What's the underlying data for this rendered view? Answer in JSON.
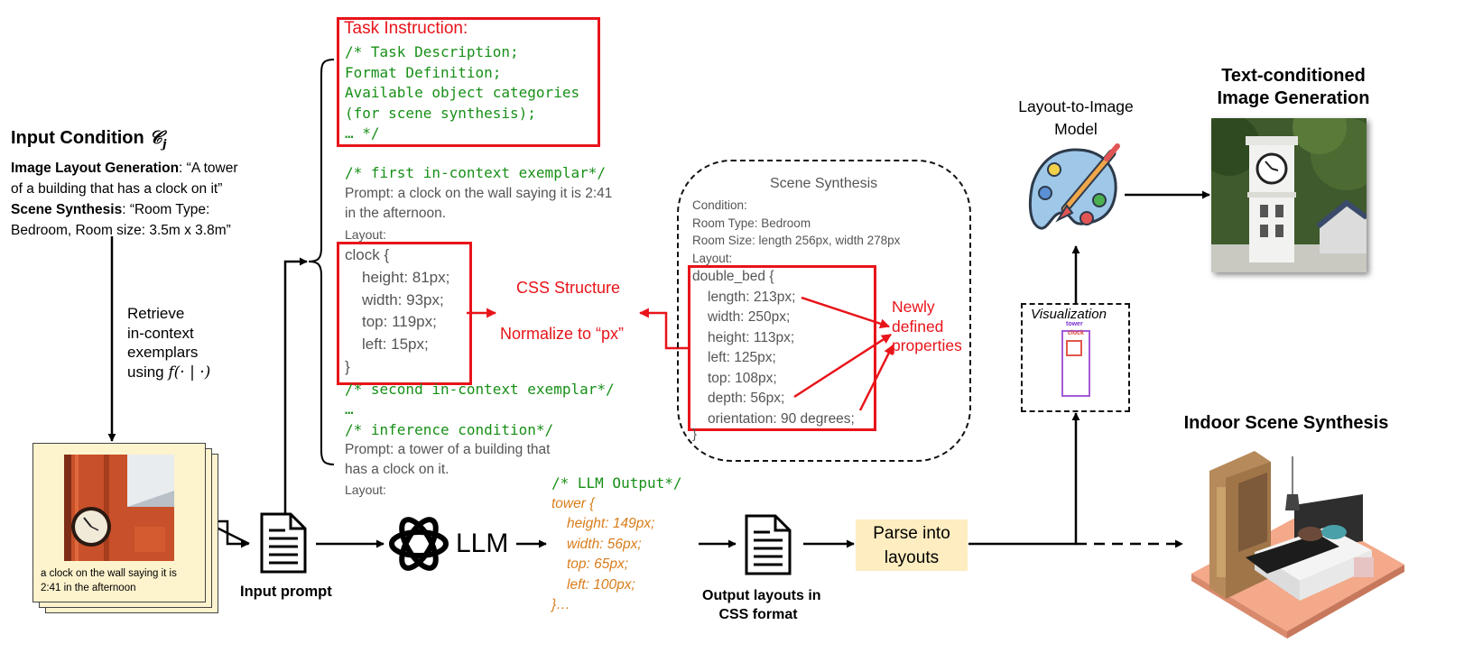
{
  "input_condition": {
    "title": "Input Condition ",
    "symbol": "𝒞",
    "subscript": "j",
    "image_layout_label": "Image Layout Generation",
    "image_layout_text_1": ": “A tower",
    "image_layout_text_2": "of a building that has a clock on it”",
    "scene_label": "Scene Synthesis",
    "scene_text_1": ": “Room Type:",
    "scene_text_2": "Bedroom, Room size: 3.5m x 3.8m”"
  },
  "retrieve": {
    "line1": "Retrieve",
    "line2": "in-context",
    "line3": "exemplars",
    "line4_prefix": "using ",
    "line4_fn": "f(· | ·)"
  },
  "exemplar_card": {
    "caption_1": "a clock on the wall saying it is",
    "caption_2": "2:41 in the afternoon"
  },
  "task_instruction": {
    "title": "Task Instruction:",
    "lines": [
      "/* Task Description;",
      "Format Definition;",
      "Available object categories",
      "(for scene synthesis);",
      "… */"
    ]
  },
  "prompt": {
    "first_exemplar": "/* first in-context exemplar*/",
    "prompt_1a": "Prompt: a clock on the wall saying it is 2:41",
    "prompt_1b": "in the afternoon.",
    "layout_1": "Layout:",
    "clock_open": "clock {",
    "clock_props": [
      "height: 81px;",
      "width: 93px;",
      "top: 119px;",
      "left: 15px;"
    ],
    "clock_close": "}",
    "second_exemplar": "/* second in-context exemplar*/",
    "ellipsis": "…",
    "inference": "/* inference condition*/",
    "prompt_2a": "Prompt: a tower of a building that",
    "prompt_2b": "has a clock on it.",
    "layout_2": "Layout:"
  },
  "annotations": {
    "css_structure": "CSS Structure",
    "normalize": "Normalize to “px”",
    "newly_1": "Newly",
    "newly_2": "defined",
    "newly_3": "properties"
  },
  "scene_synthesis": {
    "title": "Scene Synthesis",
    "condition": "Condition:",
    "room_type": "Room Type: Bedroom",
    "room_size": "Room Size: length 256px, width 278px",
    "layout": "Layout:",
    "bed_open": "double_bed {",
    "bed_props": [
      "length: 213px;",
      "width: 250px;",
      "height: 113px;",
      "left: 125px;",
      "top: 108px;",
      "depth: 56px;",
      "orientation: 90 degrees;"
    ],
    "bed_close": "}"
  },
  "llm_output": {
    "title": "/* LLM Output*/",
    "open": "tower {",
    "props": [
      "height: 149px;",
      "width: 56px;",
      "top: 65px;",
      "left: 100px;"
    ],
    "close": "}…"
  },
  "pipeline": {
    "input_prompt": "Input prompt",
    "llm": "LLM",
    "output_label_1": "Output layouts in",
    "output_label_2": "CSS format",
    "parse_1": "Parse into",
    "parse_2": "layouts",
    "visualization": "Visualization",
    "vis_tower": "tower",
    "vis_clock": "clock",
    "l2i_1": "Layout-to-Image",
    "l2i_2": "Model",
    "tcig_1": "Text-conditioned",
    "tcig_2": "Image Generation",
    "iss": "Indoor Scene Synthesis"
  },
  "colors": {
    "highlight_red": "#e8141a",
    "code_green": "#178f17",
    "text_grey": "#555555",
    "output_orange": "#d97d1a",
    "card_fill": "#fdf3cd",
    "parse_fill": "#fdedc0",
    "vis_tower": "#a45ad8",
    "vis_clock": "#e0584a"
  }
}
